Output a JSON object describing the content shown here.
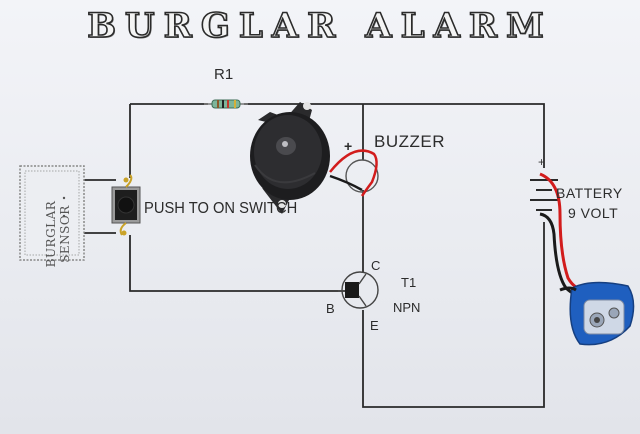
{
  "title": "BURGLAR ALARM",
  "labels": {
    "r1": "R1",
    "buzzer": "BUZZER",
    "buzzer_plus": "+",
    "switch": "PUSH TO ON SWITCH",
    "battery": "BATTERY",
    "battery_volt": "9 VOLT",
    "transistor_name": "T1",
    "transistor_type": "NPN",
    "collector": "C",
    "base": "B",
    "emitter": "E",
    "sensor": "BURGLAR SENSOR"
  },
  "colors": {
    "wire": "#2a2a2a",
    "red_lead": "#d21c1c",
    "black_lead": "#1a1a1a",
    "battery_clip": "#1f5fbf",
    "buzzer_body": "#1d1d1f"
  }
}
